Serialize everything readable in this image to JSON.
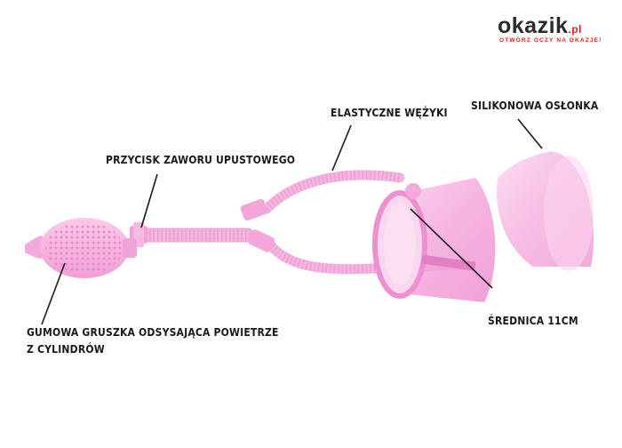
{
  "logo": {
    "brand_main": "okazik",
    "brand_tld": ".pl",
    "tagline": "OTWÓRZ OCZY NA OKAZJE!"
  },
  "labels": {
    "valve": "PRZYCISK ZAWORU UPUSTOWEGO",
    "hoses": "ELASTYCZNE WĘŻYKI",
    "cover": "SILIKONOWA OSŁONKA",
    "diameter": "ŚREDNICA 11CM",
    "bulb_line1": "GUMOWA GRUSZKA ODSYSAJĄCA POWIETRZE",
    "bulb_line2": "Z CYLINDRÓW"
  },
  "colors": {
    "product_pink": "#f7a6d8",
    "product_dark": "#e680c4",
    "accent_red": "#e2231a",
    "text": "#1a1a1a"
  }
}
